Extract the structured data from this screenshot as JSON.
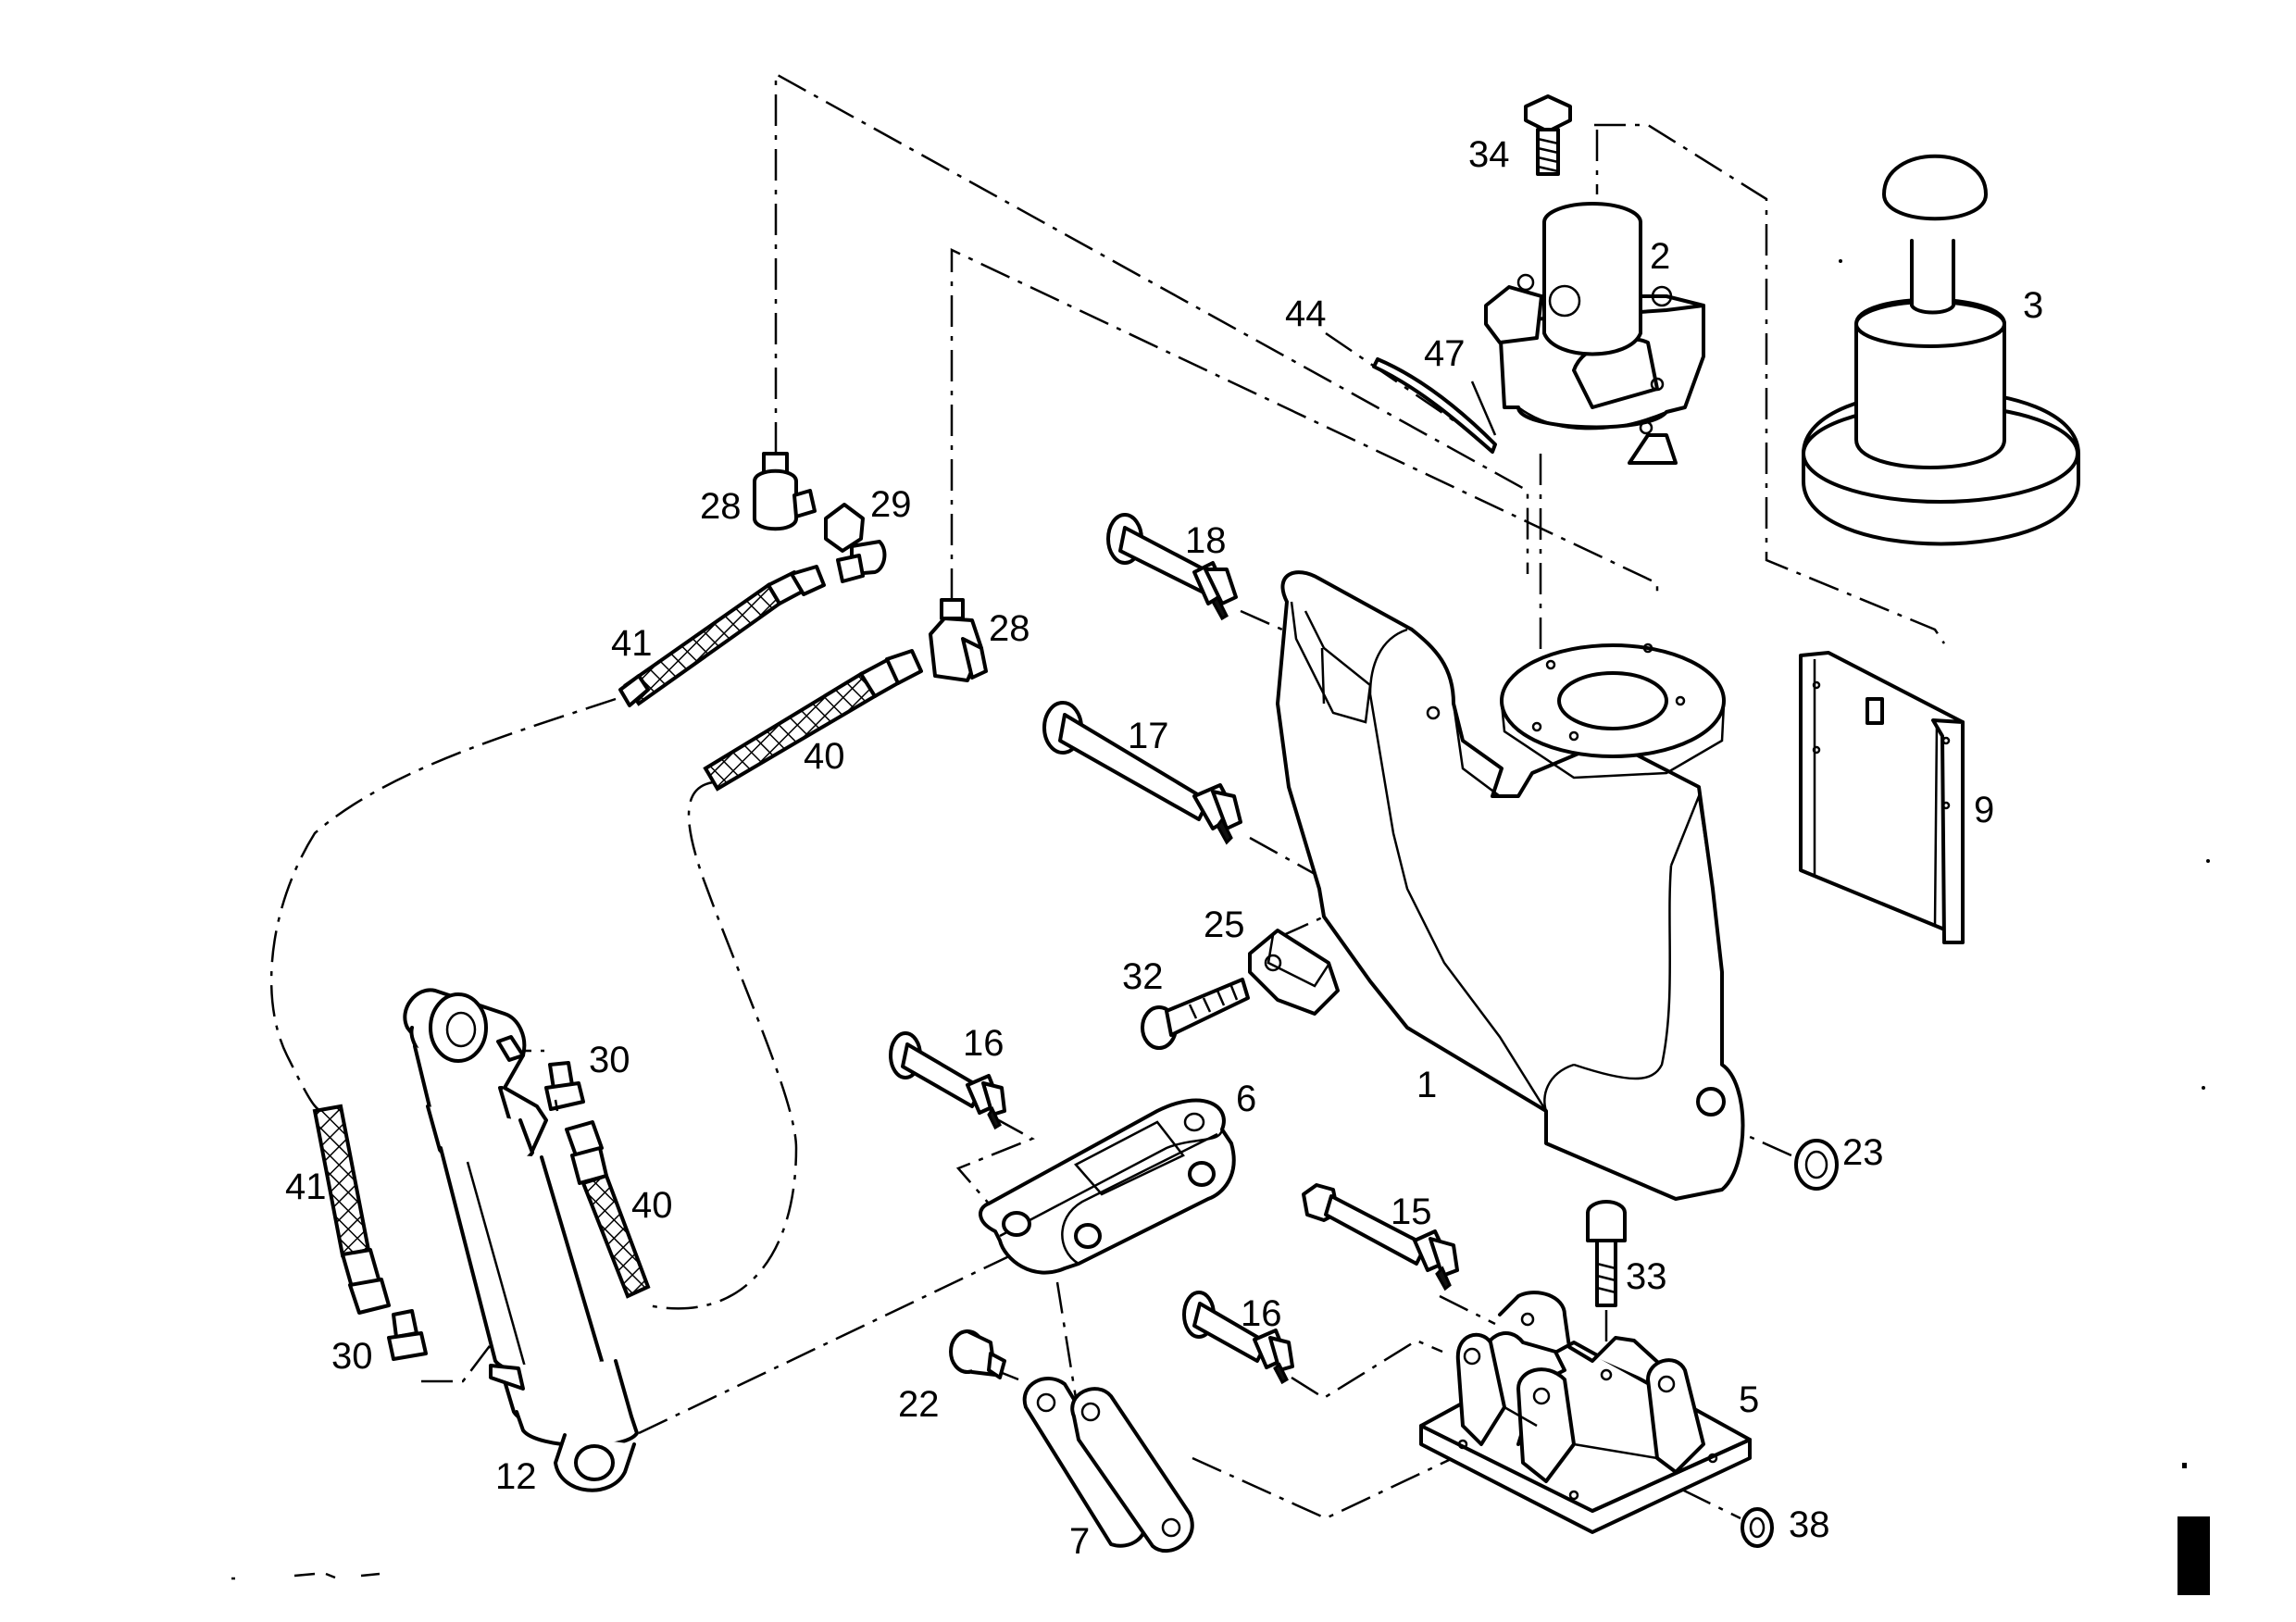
{
  "diagram": {
    "type": "exploded-parts-view",
    "callouts": [
      {
        "id": "c34",
        "label": "34"
      },
      {
        "id": "c2",
        "label": "2"
      },
      {
        "id": "c3",
        "label": "3"
      },
      {
        "id": "c44",
        "label": "44"
      },
      {
        "id": "c47",
        "label": "47"
      },
      {
        "id": "c28a",
        "label": "28"
      },
      {
        "id": "c29",
        "label": "29"
      },
      {
        "id": "c28b",
        "label": "28"
      },
      {
        "id": "c18",
        "label": "18"
      },
      {
        "id": "c41a",
        "label": "41"
      },
      {
        "id": "c40a",
        "label": "40"
      },
      {
        "id": "c17",
        "label": "17"
      },
      {
        "id": "c9",
        "label": "9"
      },
      {
        "id": "c25",
        "label": "25"
      },
      {
        "id": "c32",
        "label": "32"
      },
      {
        "id": "c30a",
        "label": "30"
      },
      {
        "id": "c16a",
        "label": "16"
      },
      {
        "id": "c6",
        "label": "6"
      },
      {
        "id": "c1",
        "label": "1"
      },
      {
        "id": "c23",
        "label": "23"
      },
      {
        "id": "c41b",
        "label": "41"
      },
      {
        "id": "c40b",
        "label": "40"
      },
      {
        "id": "c15",
        "label": "15"
      },
      {
        "id": "c33",
        "label": "33"
      },
      {
        "id": "c16b",
        "label": "16"
      },
      {
        "id": "c30b",
        "label": "30"
      },
      {
        "id": "c22",
        "label": "22"
      },
      {
        "id": "c5",
        "label": "5"
      },
      {
        "id": "c12",
        "label": "12"
      },
      {
        "id": "c38",
        "label": "38"
      },
      {
        "id": "c7",
        "label": "7"
      }
    ]
  }
}
